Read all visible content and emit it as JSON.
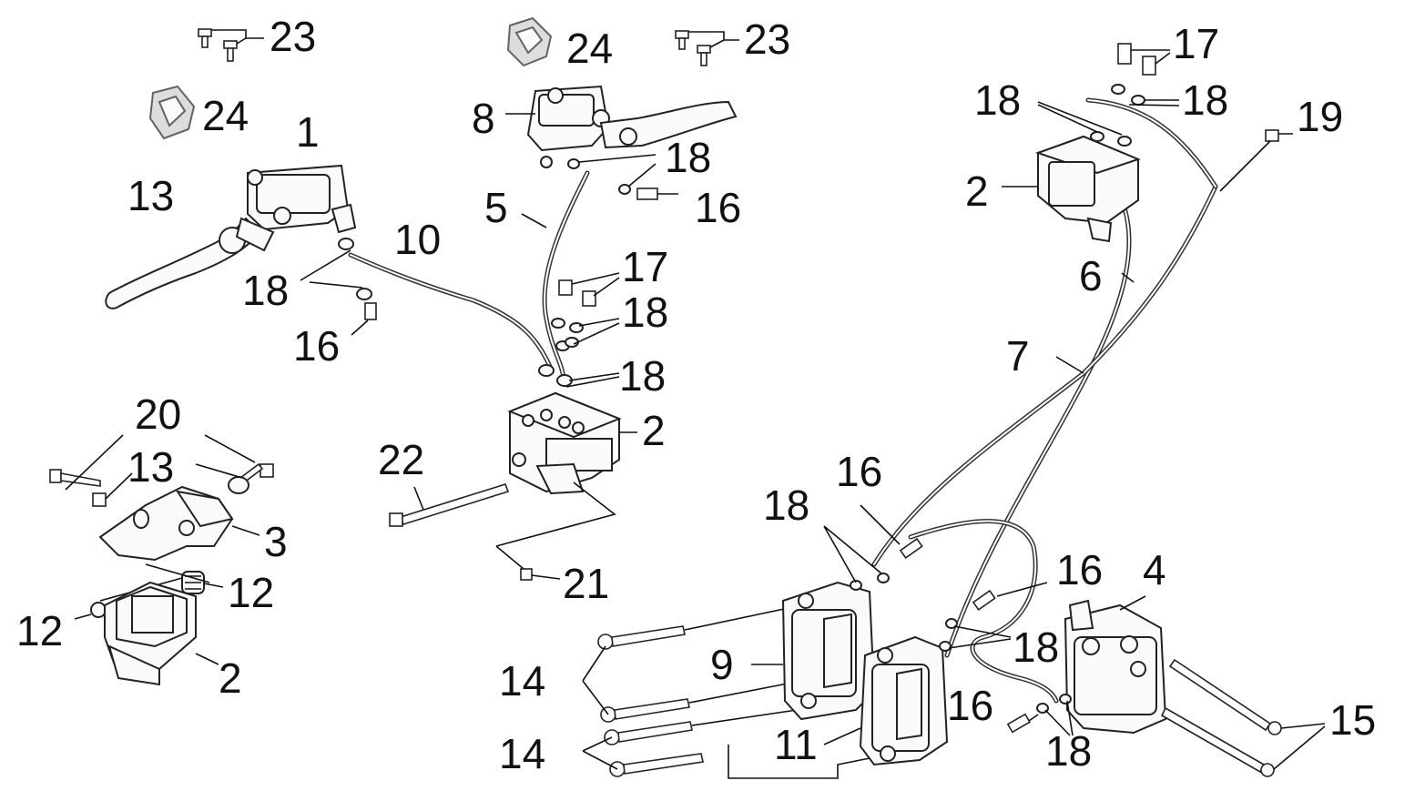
{
  "callouts": [
    {
      "id": "c23a",
      "text": "23"
    },
    {
      "id": "c24a",
      "text": "24"
    },
    {
      "id": "c24b",
      "text": "24"
    },
    {
      "id": "c23b",
      "text": "23"
    },
    {
      "id": "c1",
      "text": "1"
    },
    {
      "id": "c13a",
      "text": "13"
    },
    {
      "id": "c8",
      "text": "8"
    },
    {
      "id": "c18a",
      "text": "18"
    },
    {
      "id": "c5",
      "text": "5"
    },
    {
      "id": "c16a",
      "text": "16"
    },
    {
      "id": "c10",
      "text": "10"
    },
    {
      "id": "c18b",
      "text": "18"
    },
    {
      "id": "c16b",
      "text": "16"
    },
    {
      "id": "c17a",
      "text": "17"
    },
    {
      "id": "c18c",
      "text": "18"
    },
    {
      "id": "c18d",
      "text": "18"
    },
    {
      "id": "c2a",
      "text": "2"
    },
    {
      "id": "c22",
      "text": "22"
    },
    {
      "id": "c20",
      "text": "20"
    },
    {
      "id": "c13b",
      "text": "13"
    },
    {
      "id": "c3",
      "text": "3"
    },
    {
      "id": "c12a",
      "text": "12"
    },
    {
      "id": "c12b",
      "text": "12"
    },
    {
      "id": "c2b",
      "text": "2"
    },
    {
      "id": "c21",
      "text": "21"
    },
    {
      "id": "c17b",
      "text": "17"
    },
    {
      "id": "c18e",
      "text": "18"
    },
    {
      "id": "c18f",
      "text": "18"
    },
    {
      "id": "c19",
      "text": "19"
    },
    {
      "id": "c2c",
      "text": "2"
    },
    {
      "id": "c6",
      "text": "6"
    },
    {
      "id": "c7",
      "text": "7"
    },
    {
      "id": "c16c",
      "text": "16"
    },
    {
      "id": "c18g",
      "text": "18"
    },
    {
      "id": "c16d",
      "text": "16"
    },
    {
      "id": "c4",
      "text": "4"
    },
    {
      "id": "c18h",
      "text": "18"
    },
    {
      "id": "c9",
      "text": "9"
    },
    {
      "id": "c14a",
      "text": "14"
    },
    {
      "id": "c14b",
      "text": "14"
    },
    {
      "id": "c11",
      "text": "11"
    },
    {
      "id": "c16e",
      "text": "16"
    },
    {
      "id": "c18i",
      "text": "18"
    },
    {
      "id": "c15",
      "text": "15"
    }
  ]
}
